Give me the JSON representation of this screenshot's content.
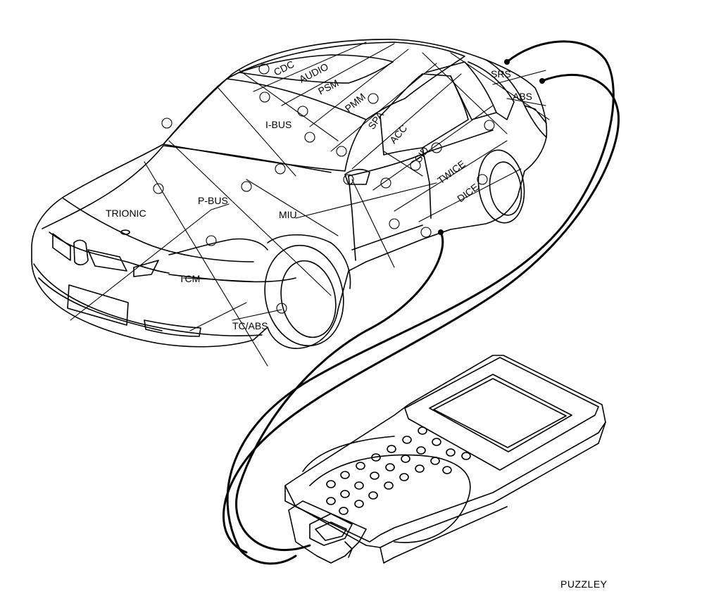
{
  "diagram": {
    "modules": {
      "cdc": "CDC",
      "audio": "AUDIO",
      "psm": "PSM",
      "pmm": "PMM",
      "spa": "SPA",
      "acc": "ACC",
      "sid": "SID",
      "twice": "TWICE",
      "dice": "DICE",
      "srs": "SRS",
      "abs": "ABS",
      "i_bus": "I-BUS",
      "p_bus": "P-BUS",
      "trionic": "TRIONIC",
      "miu": "MIU",
      "tcm": "TCM",
      "tc_abs": "TC/ABS"
    },
    "caption": "PUZZLEY"
  }
}
